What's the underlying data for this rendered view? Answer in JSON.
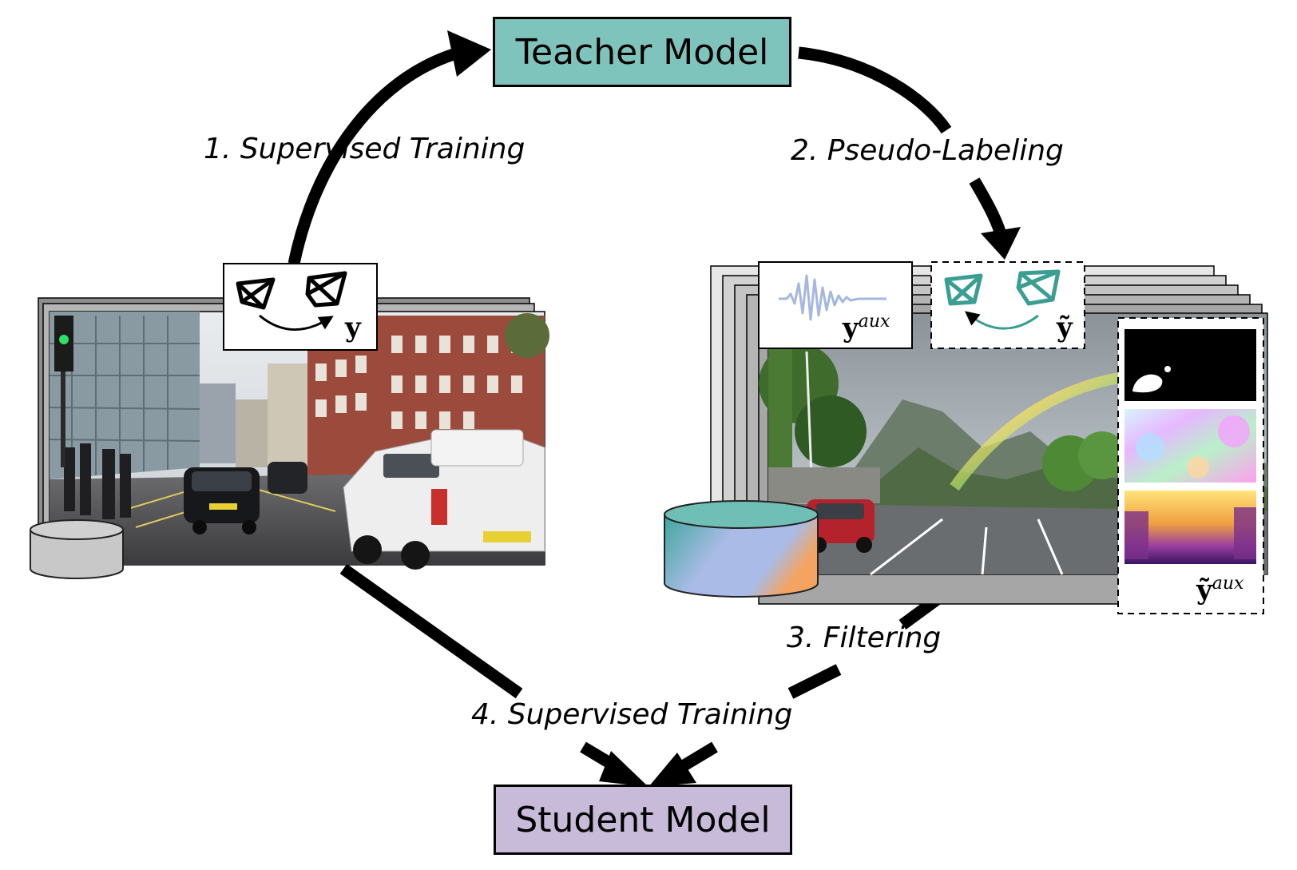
{
  "teacher": {
    "label": "Teacher Model",
    "color": "#7fc4bc"
  },
  "student": {
    "label": "Student Model",
    "color": "#c7bbd9"
  },
  "steps": {
    "s1": "1. Supervised Training",
    "s2": "2. Pseudo-Labeling",
    "s3": "3. Filtering",
    "s4": "4. Supervised Training"
  },
  "math": {
    "y": "y",
    "aux": "aux",
    "tilde_y": "ỹ"
  },
  "colors": {
    "teal": "#3a9e92",
    "signal": "#a6b8e0",
    "db_left": "#c8c8c8",
    "db_right_a": "#4db6ac",
    "db_right_b": "#a9bbe6",
    "db_right_c": "#f4a460"
  }
}
